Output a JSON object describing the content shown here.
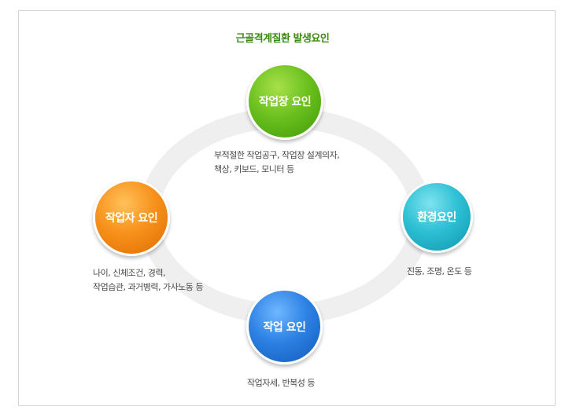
{
  "title": "근골격계질환 발생요인",
  "nodes": {
    "top": {
      "label": "작업장 요인",
      "lines": [
        "부적절한 작업공구, 작업장 설계의자,",
        "책상, 키보드, 모니터 등"
      ]
    },
    "right": {
      "label": "환경요인",
      "lines": [
        "진동, 조명, 온도 등"
      ]
    },
    "bottom": {
      "label": "작업 요인",
      "lines": [
        "작업자세, 반복성 등"
      ]
    },
    "left": {
      "label": "작업자 요인",
      "lines": [
        "나이, 신체조건, 경력,",
        "작업습관, 과거병력, 가사노동 등"
      ]
    }
  },
  "colors": {
    "top": "#6cc11f",
    "right": "#2ec0d5",
    "bottom": "#2d82e4",
    "left": "#f7921c",
    "title": "#3a8a12",
    "ring": "#efefef"
  }
}
